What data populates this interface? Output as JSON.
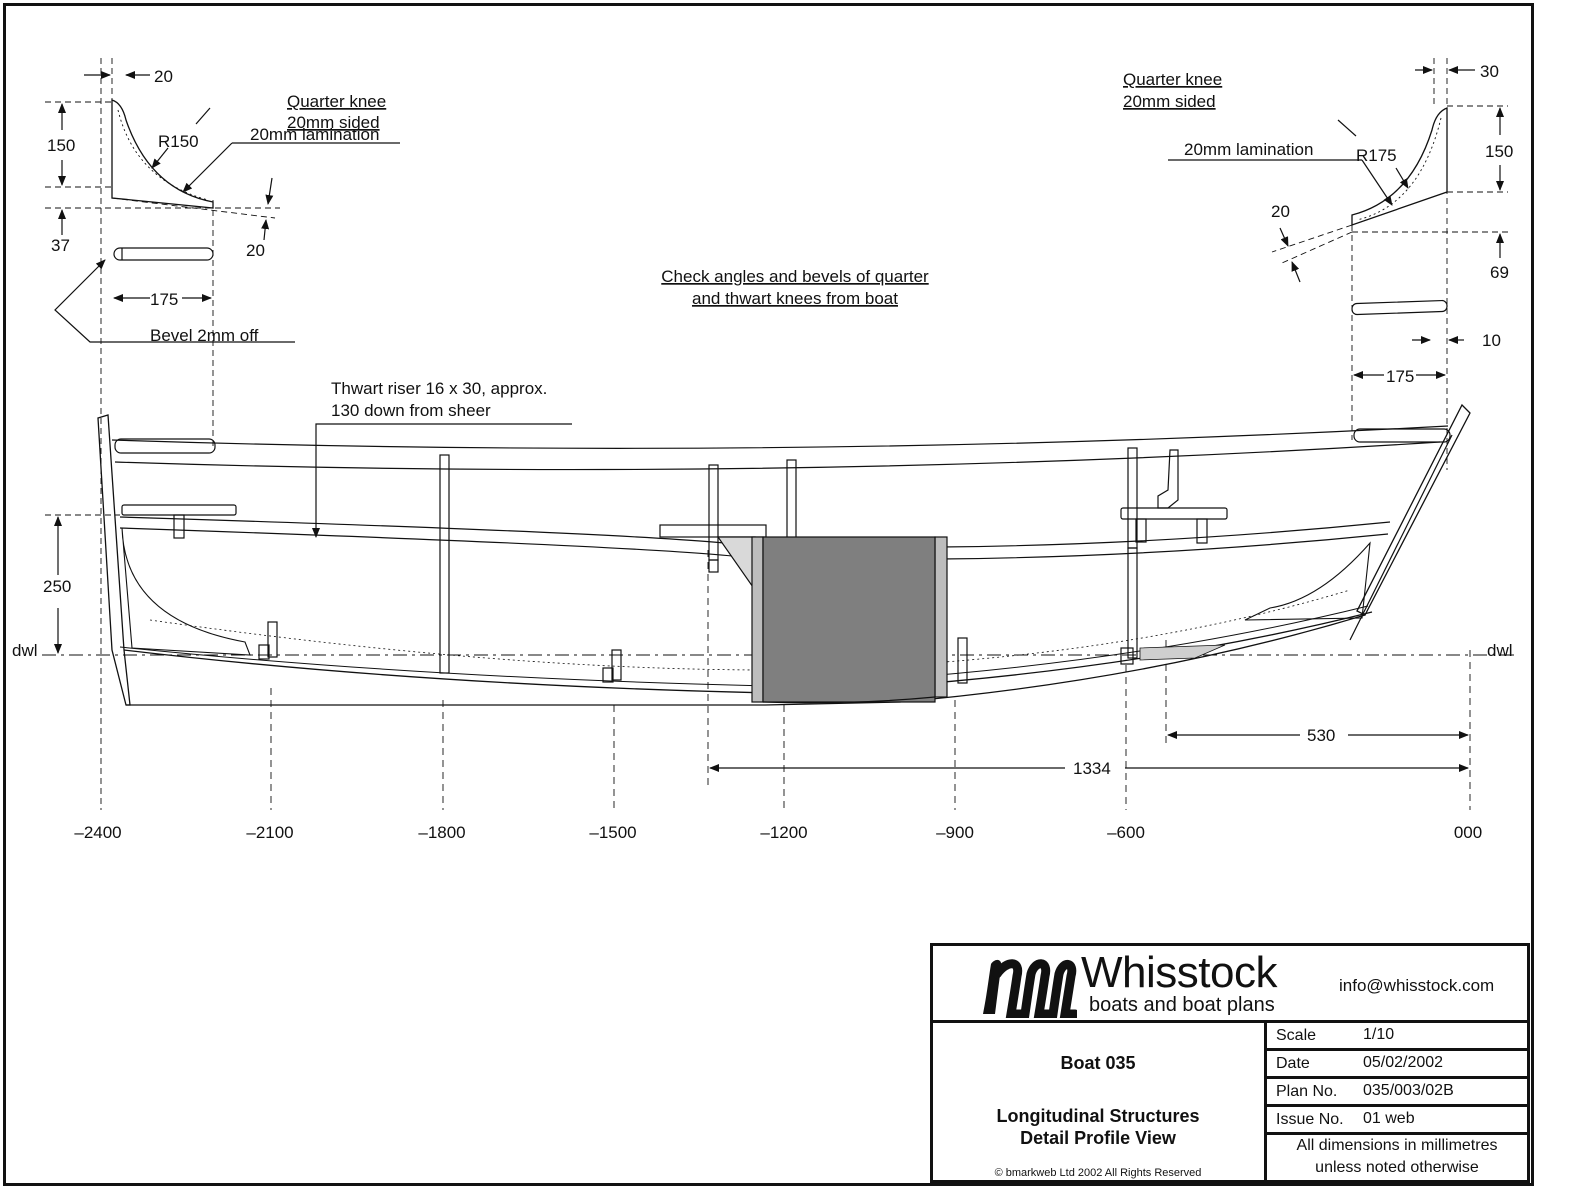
{
  "drawing": {
    "left_knee": {
      "title": "Quarter    knee",
      "sided": "20mm sided",
      "lamination": "20mm lamination",
      "radius": "R150",
      "dim_top": "20",
      "dim_height": "150",
      "dim_37": "37",
      "dim_20": "20",
      "dim_175": "175",
      "bevel_note": "Bevel 2mm off"
    },
    "right_knee": {
      "title": "Quarter    knee",
      "sided": "20mm sided",
      "lamination": "20mm lamination",
      "radius": "R175",
      "dim_top": "30",
      "dim_height": "150",
      "dim_20": "20",
      "dim_69": "69",
      "dim_10": "10",
      "dim_175": "175"
    },
    "note_check": [
      "Check angles and bevels of quarter",
      "and thwart knees from boat"
    ],
    "note_riser": [
      "Thwart riser 16 x 30, approx.",
      "130 down from sheer"
    ],
    "dim_250": "250",
    "dwl_left": "dwl",
    "dwl_right": "dwl",
    "dim_530": "530",
    "dim_1334": "1334",
    "stations": [
      "–2400",
      "–2100",
      "–1800",
      "–1500",
      "–1200",
      "–900",
      "–600",
      "000"
    ]
  },
  "title_block": {
    "brand": "Whisstock",
    "tagline": "boats and boat plans",
    "email": "info@whisstock.com",
    "boat": "Boat 035",
    "title_line1": "Longitudinal Structures",
    "title_line2": "Detail Profile View",
    "copyright": "© bmarkweb Ltd 2002  All Rights Reserved",
    "scale_label": "Scale",
    "scale_value": "1/10",
    "date_label": "Date",
    "date_value": "05/02/2002",
    "plan_label": "Plan No.",
    "plan_value": "035/003/02B",
    "issue_label": "Issue No.",
    "issue_value": "01 web",
    "note_line1": "All dimensions in millimetres",
    "note_line2": "unless noted otherwise"
  }
}
